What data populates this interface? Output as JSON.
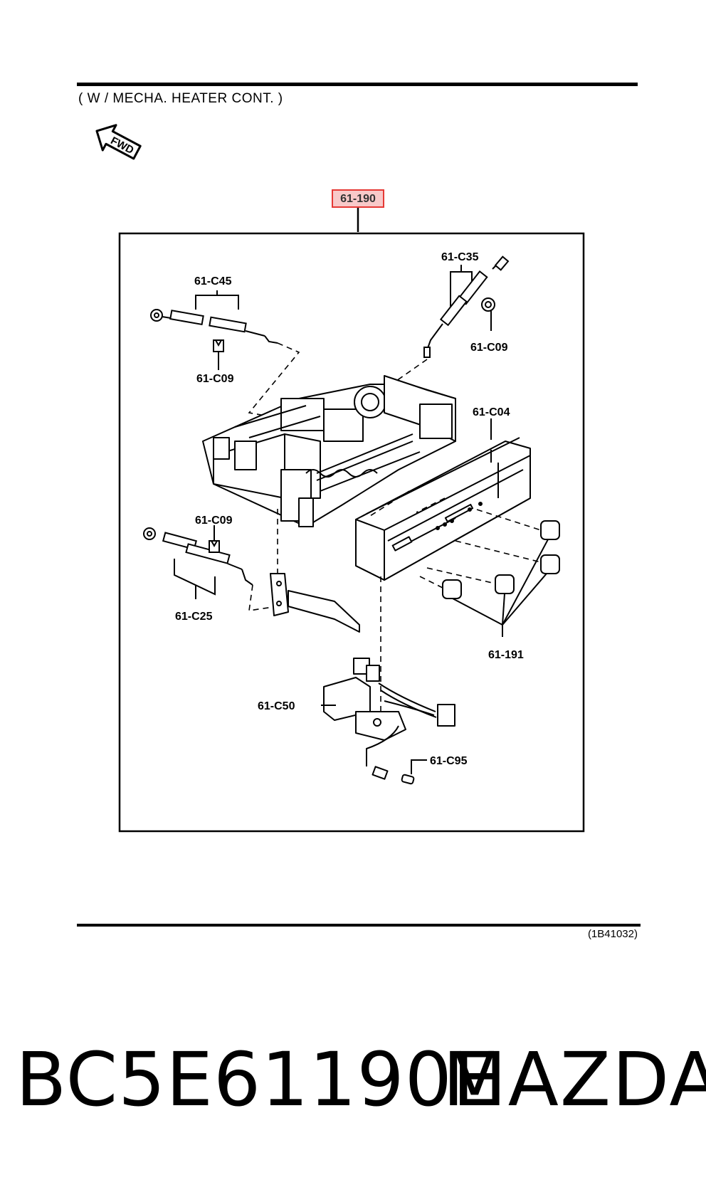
{
  "header": {
    "variant_note": "( W / MECHA. HEATER  CONT. )",
    "fwd_label": "FWD"
  },
  "main_assembly_label": "61-190",
  "callouts": {
    "c45": "61-C45",
    "c09_top_left": "61-C09",
    "c35": "61-C35",
    "c09_top_right": "61-C09",
    "c04": "61-C04",
    "c09_left": "61-C09",
    "c25": "61-C25",
    "knobs": "61-191",
    "c50": "61-C50",
    "c95": "61-C95"
  },
  "image_code": "(1B41032)",
  "footer": {
    "part_number": "BC5E61190E",
    "brand": "MAZDA"
  },
  "colors": {
    "line": "#000000",
    "highlight_border": "#e53935",
    "highlight_fill": "#f8c9c9"
  }
}
